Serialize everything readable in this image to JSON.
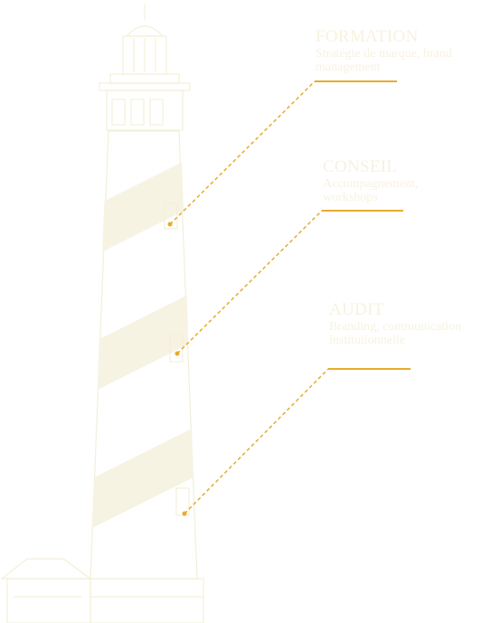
{
  "colors": {
    "accent": "#e8ab2c",
    "drawing": "#f3efd9",
    "text": "#f7f2df",
    "background": "#ffffff"
  },
  "items": [
    {
      "title": "FORMATION",
      "desc": "Stratégie de marque, brand management"
    },
    {
      "title": "CONSEIL",
      "desc": "Accompagnement, workshops"
    },
    {
      "title": "AUDIT",
      "desc": "Branding, communication institutionnelle"
    }
  ]
}
